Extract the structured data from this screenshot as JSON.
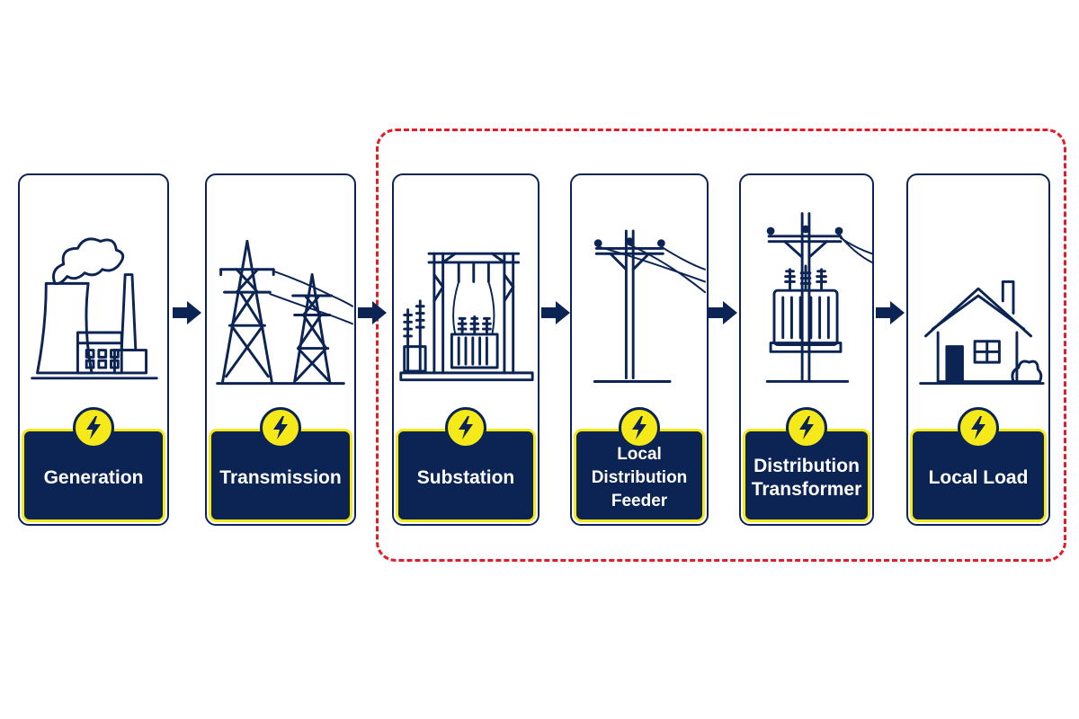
{
  "stages": [
    {
      "label": "Generation",
      "icon": "power-plant-icon"
    },
    {
      "label": "Transmission",
      "icon": "transmission-tower-icon"
    },
    {
      "label": "Substation",
      "icon": "substation-icon"
    },
    {
      "label": "Local Distribution\nFeeder",
      "icon": "utility-pole-icon"
    },
    {
      "label": "Distribution\nTransformer",
      "icon": "pole-transformer-icon"
    },
    {
      "label": "Local Load",
      "icon": "house-icon"
    }
  ],
  "colors": {
    "navy": "#0b2454",
    "yellow": "#f5e91a",
    "highlight_border": "#e11d2a"
  }
}
